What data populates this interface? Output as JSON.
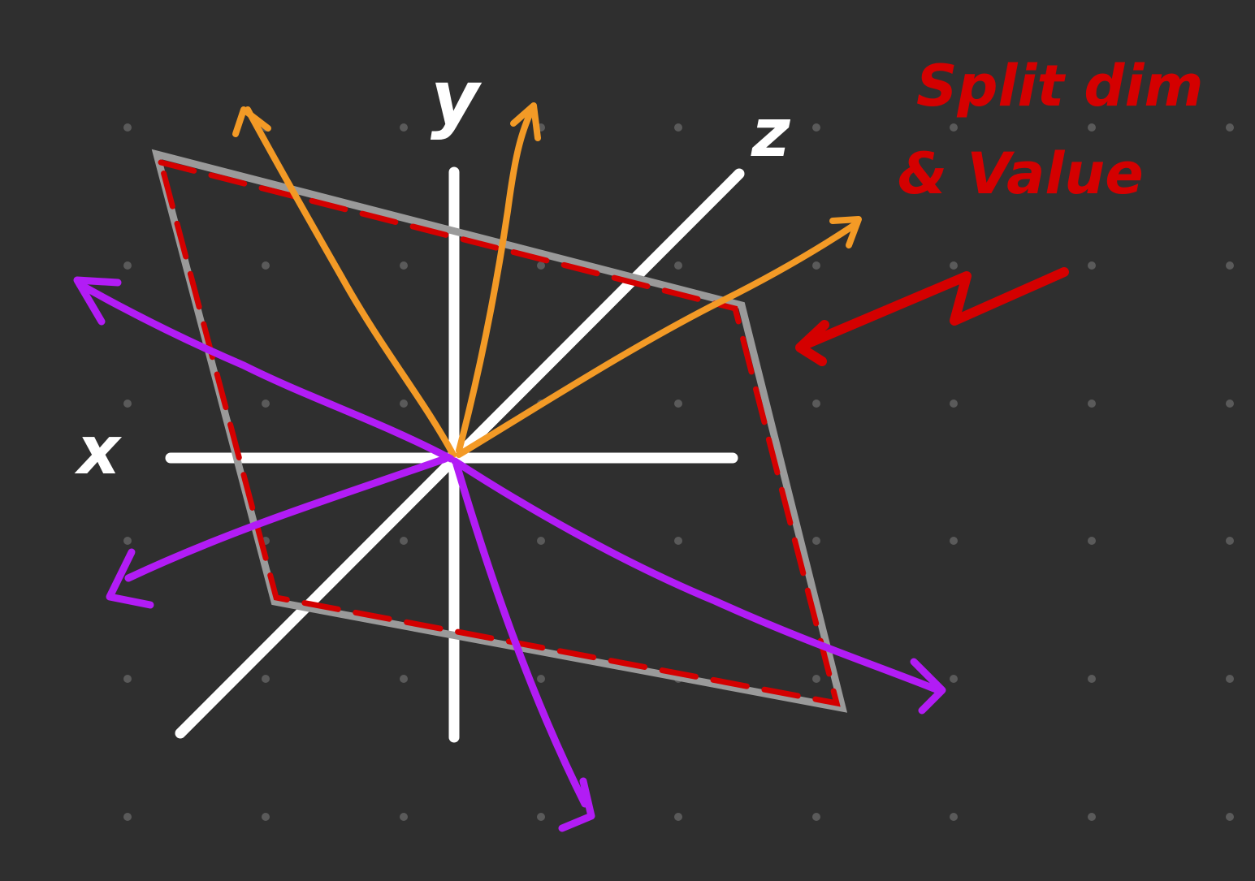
{
  "axes": {
    "x_label": "x",
    "y_label": "y",
    "z_label": "z"
  },
  "annotation": {
    "line1": "Split dim",
    "line2": "& Value"
  },
  "colors": {
    "background": "#2f2f2f",
    "grid_dot": "#5a5a5a",
    "axis": "#ffffff",
    "plane": "#9a9a9a",
    "plane_dashes": "#d40000",
    "vectors_above": "#f39a26",
    "vectors_below": "#b21cf5",
    "annotation": "#d40000"
  }
}
